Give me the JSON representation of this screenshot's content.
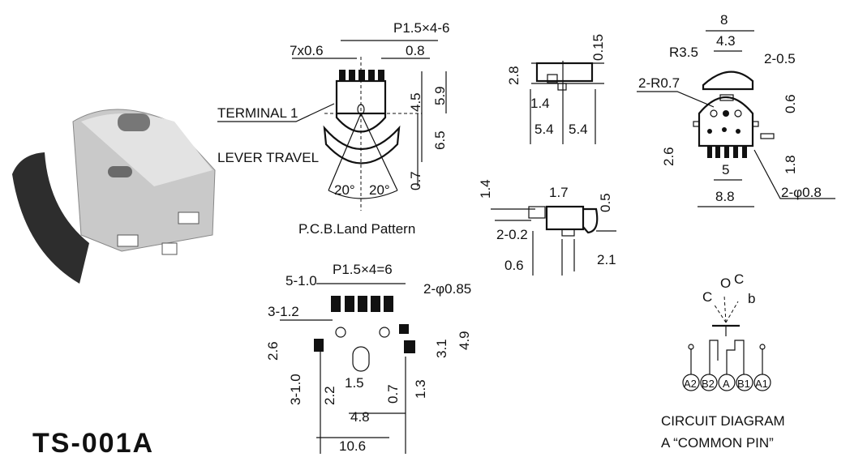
{
  "model": "TS-001A",
  "top_view": {
    "terminal": "TERMINAL 1",
    "lever": "LEVER TRAVEL",
    "pitch": "P1.5×4-6",
    "pin_width": "7x0.6",
    "d08": "0.8",
    "d45": "4.5",
    "d59": "5.9",
    "d65": "6.5",
    "d07": "0.7",
    "ang1": "20°",
    "ang2": "20°"
  },
  "pcb": {
    "title": "P.C.B.Land Pattern",
    "pitch": "P1.5×4=6",
    "d510": "5-1.0",
    "d312": "3-1.2",
    "hole": "2-φ0.85",
    "d26": "2.6",
    "d310": "3-1.0",
    "d22": "2.2",
    "d15": "1.5",
    "d07": "0.7",
    "d13": "1.3",
    "d31": "3.1",
    "d49": "4.9",
    "d48": "4.8",
    "d106": "10.6"
  },
  "front_view": {
    "d28": "2.8",
    "d015": "0.15",
    "d14": "1.4",
    "d54a": "5.4",
    "d54b": "5.4"
  },
  "side_view": {
    "d14": "1.4",
    "d17": "1.7",
    "d05": "0.5",
    "d202": "2-0.2",
    "d06": "0.6",
    "d21": "2.1"
  },
  "right_view": {
    "d8": "8",
    "d43": "4.3",
    "r35": "R3.5",
    "d205": "2-0.5",
    "r07": "2-R0.7",
    "d06": "0.6",
    "d26": "2.6",
    "d18": "1.8",
    "d5": "5",
    "d88": "8.8",
    "phi": "2-φ0.8"
  },
  "circuit": {
    "title": "CIRCUIT DIAGRAM",
    "subtitle": "A “COMMON PIN”",
    "c1": "C",
    "o": "O",
    "c2": "C",
    "b": "b",
    "pins": [
      "A2",
      "B2",
      "A",
      "B1",
      "A1"
    ]
  }
}
